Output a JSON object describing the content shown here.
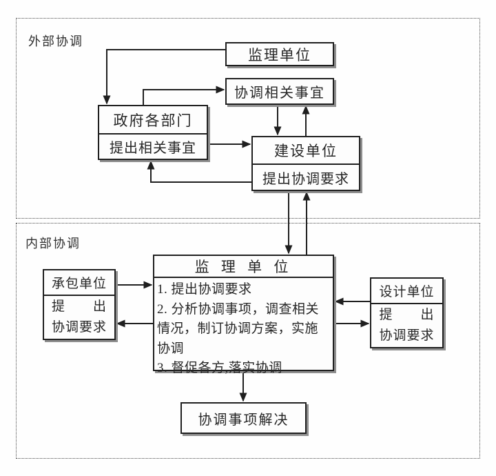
{
  "sections": {
    "external": {
      "label": "外部协调"
    },
    "internal": {
      "label": "内部协调"
    }
  },
  "boxes": {
    "ext_supervision": {
      "title": "监理单位"
    },
    "coordinate_matters": {
      "title": "协调相关事宜"
    },
    "government": {
      "title": "政府各部门",
      "action": "提出相关事宜"
    },
    "construction": {
      "title": "建设单位",
      "action": "提出协调要求"
    },
    "int_supervision": {
      "title": "监 理 单 位",
      "items": [
        "1. 提出协调要求",
        "2. 分析协调事项，调查相关情况，制订协调方案，实施协调",
        "3. 督促各方,落实协调"
      ]
    },
    "contractor": {
      "title": "承包单位",
      "action_line1": "提　　出",
      "action_line2": "协调要求"
    },
    "designer": {
      "title": "设计单位",
      "action_line1": "提　　出",
      "action_line2": "协调要求"
    },
    "resolved": {
      "title": "协调事项解决"
    }
  },
  "colors": {
    "line": "#1f1f1f",
    "box_border": "#1f1f1f",
    "box_shadow": "#8f8f8f",
    "text": "#262626",
    "background": "#fefefe"
  }
}
